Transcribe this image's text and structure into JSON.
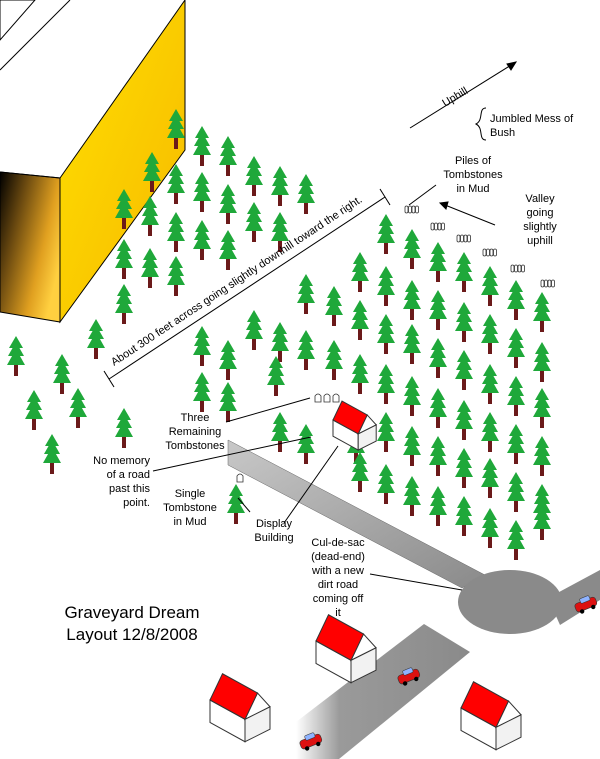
{
  "title": {
    "line1": "Graveyard Dream",
    "line2": "Layout 12/8/2008"
  },
  "labels": {
    "uphill": "Uphill",
    "bush": [
      "Jumbled Mess of",
      "Bush"
    ],
    "piles": [
      "Piles of",
      "Tombstones",
      "in Mud"
    ],
    "valley": [
      "Valley",
      "going",
      "slightly",
      "uphill"
    ],
    "measure": "About 300 feet across going slightly downhill toward the right.",
    "three": [
      "Three",
      "Remaining",
      "Tombstones"
    ],
    "no_memory": [
      "No memory",
      "of a road",
      "past this",
      "point."
    ],
    "single": [
      "Single",
      "Tombstone",
      "in Mud"
    ],
    "display": [
      "Display",
      "Building"
    ],
    "culdesac": [
      "Cul-de-sac",
      "(dead-end)",
      "with a new",
      "dirt road",
      "coming off",
      "it"
    ]
  },
  "colors": {
    "tree_green": "#1fa83a",
    "trunk": "#6b1a1a",
    "roof_red": "#ff0000",
    "road_gray": "#8a8a8a",
    "wall_yellow": "#ffee00",
    "car_red": "#dd1111"
  }
}
